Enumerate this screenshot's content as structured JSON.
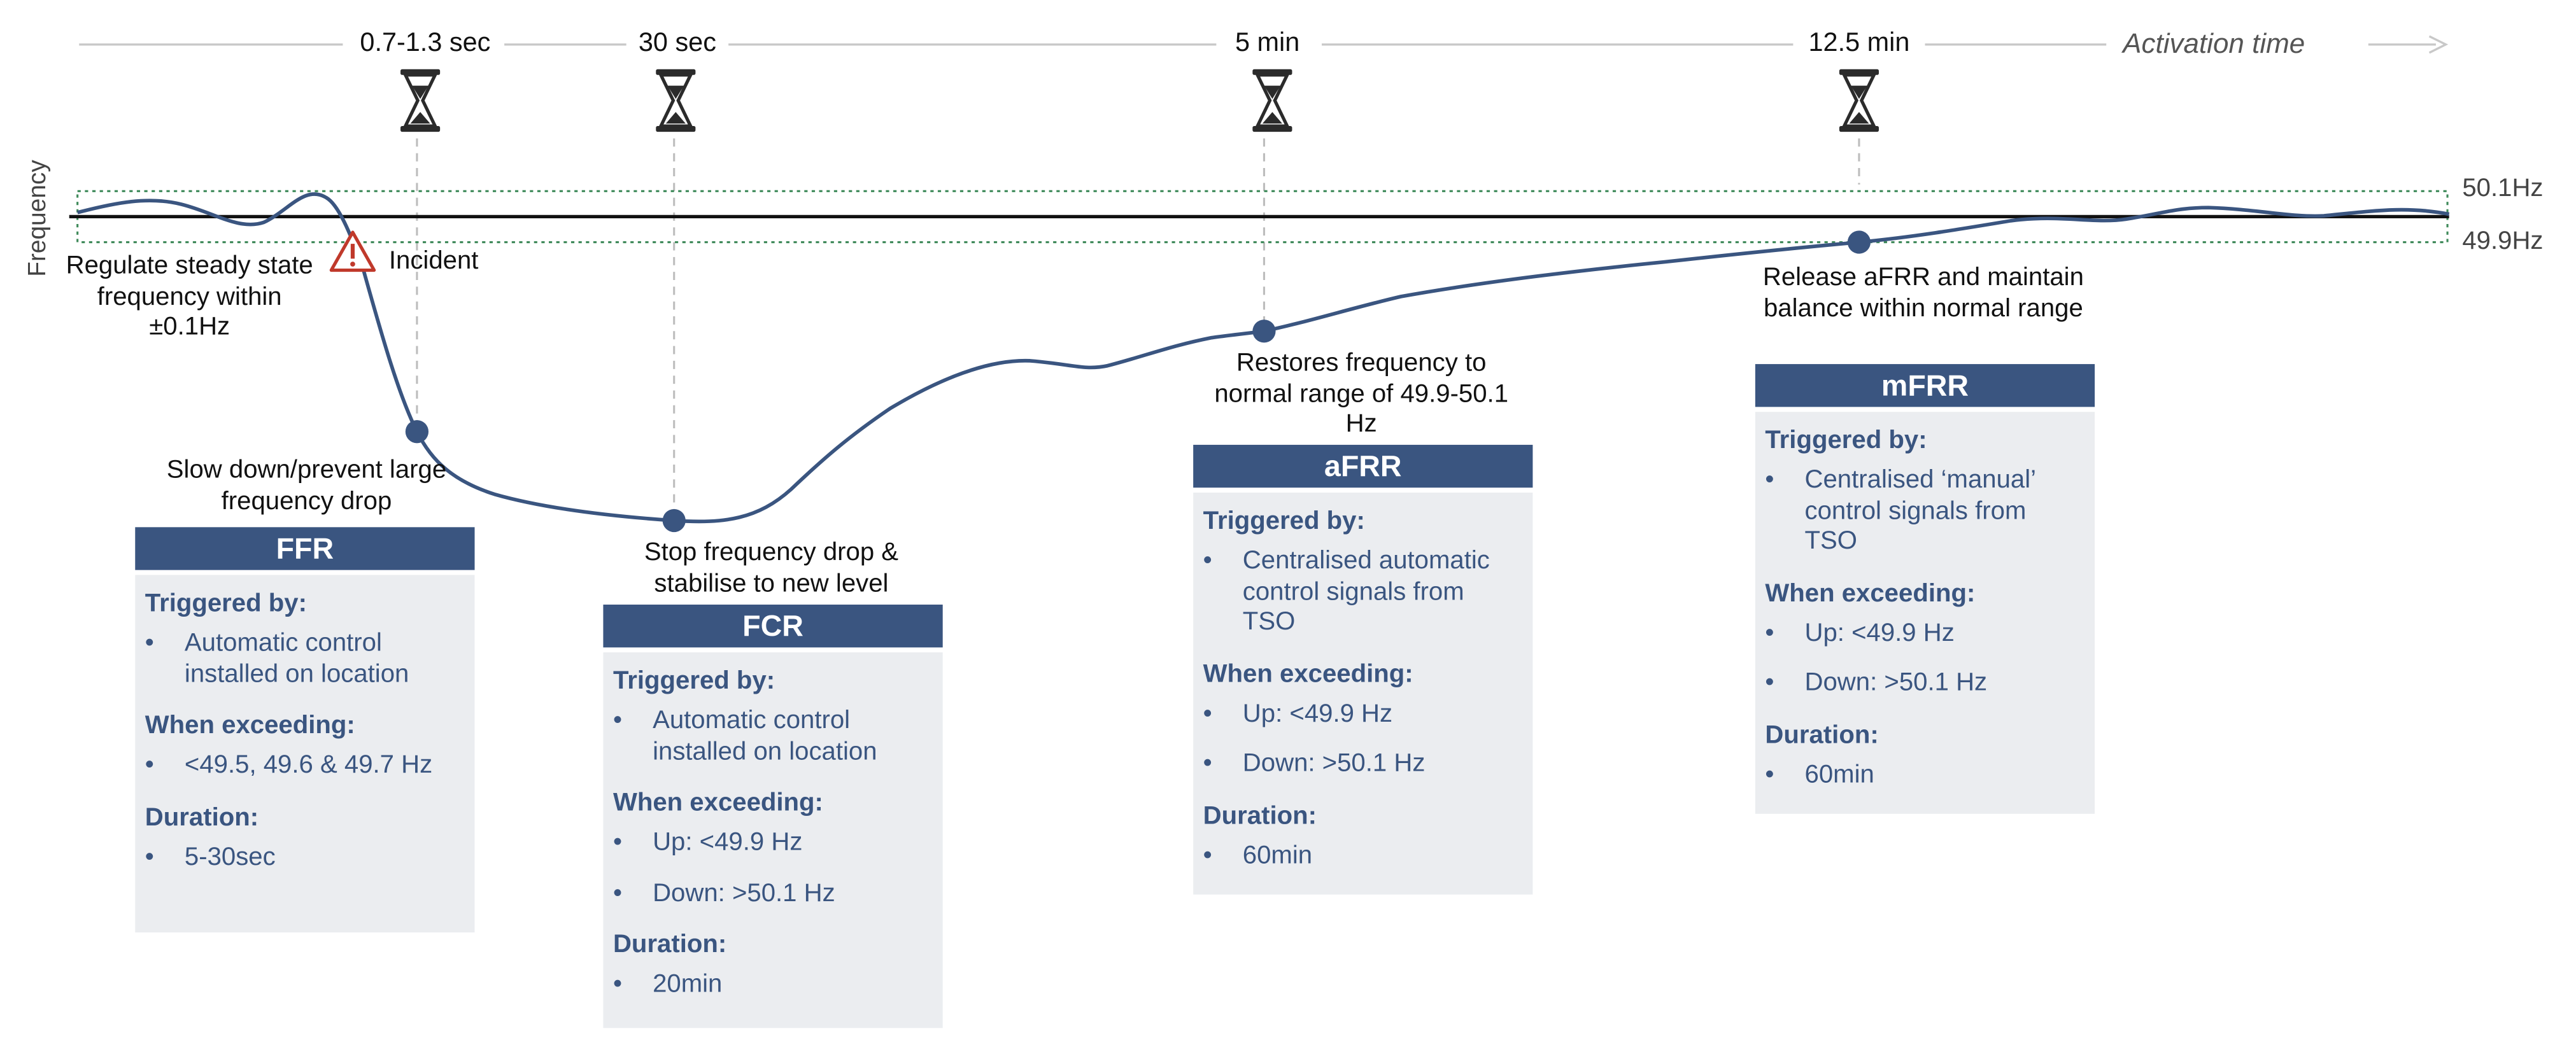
{
  "axis": {
    "x_label": "Activation time",
    "y_label": "Frequency",
    "upper_band": "50.1Hz",
    "lower_band": "49.9Hz"
  },
  "milestones": [
    "0.7-1.3 sec",
    "30 sec",
    "5 min",
    "12.5 min"
  ],
  "annotations": {
    "steady": "Regulate steady state frequency within ±0.1Hz",
    "incident": "Incident",
    "ffr": "Slow down/prevent large frequency drop",
    "fcr": "Stop frequency drop & stabilise to new level",
    "afrr": "Restores frequency to normal range of 49.9-50.1 Hz",
    "mfrr": "Release aFRR and maintain balance within normal range"
  },
  "cards": [
    {
      "title": "FFR",
      "triggered_label": "Triggered by:",
      "triggered": [
        "Automatic control installed on location"
      ],
      "exceed_label": "When exceeding:",
      "exceed": [
        "<49.5, 49.6 & 49.7 Hz"
      ],
      "duration_label": "Duration:",
      "duration": [
        "5-30sec"
      ]
    },
    {
      "title": "FCR",
      "triggered_label": "Triggered by:",
      "triggered": [
        "Automatic control installed on location"
      ],
      "exceed_label": "When exceeding:",
      "exceed": [
        "Up: <49.9 Hz",
        "Down: >50.1 Hz"
      ],
      "duration_label": "Duration:",
      "duration": [
        "20min"
      ]
    },
    {
      "title": "aFRR",
      "triggered_label": "Triggered by:",
      "triggered": [
        "Centralised automatic control signals from TSO"
      ],
      "exceed_label": "When exceeding:",
      "exceed": [
        "Up: <49.9 Hz",
        "Down: >50.1 Hz"
      ],
      "duration_label": "Duration:",
      "duration": [
        "60min"
      ]
    },
    {
      "title": "mFRR",
      "triggered_label": "Triggered by:",
      "triggered": [
        "Centralised ‘manual’ control signals from TSO"
      ],
      "exceed_label": "When exceeding:",
      "exceed": [
        "Up: <49.9 Hz",
        "Down: >50.1 Hz"
      ],
      "duration_label": "Duration:",
      "duration": [
        "60min"
      ]
    }
  ],
  "bullet": "•",
  "icons": [
    "hourglass-icon",
    "warning-icon"
  ],
  "colors": {
    "navy": "#3a5580",
    "card_bg": "#ebedf0",
    "band": "#3f8a5a",
    "alert": "#c0392b"
  }
}
